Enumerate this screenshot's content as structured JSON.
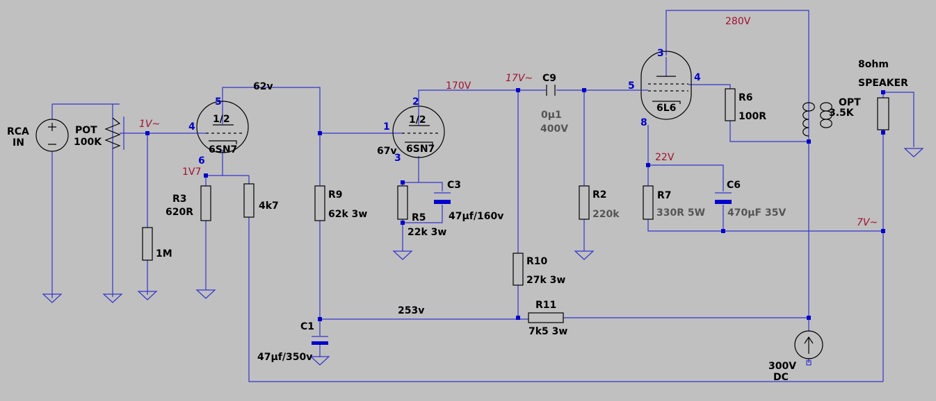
{
  "labels": {
    "rca_in_1": "RCA",
    "rca_in_2": "IN",
    "pot_name": "POT",
    "pot_value": "100K",
    "r_1m": "1M",
    "r3_name": "R3",
    "r3_value": "620R",
    "r_4k7": "4k7",
    "r9_name": "R9",
    "r9_value": "62k 3w",
    "c1_name": "C1",
    "c1_value": "47µf/350v",
    "c3_name": "C3",
    "c3_value": "47µf/160v",
    "r5_name": "R5",
    "r5_value": "22k 3w",
    "c9_name": "C9",
    "c9_value_1": "0µ1",
    "c9_value_2": "400V",
    "r2_name": "R2",
    "r2_value": "220k",
    "r10_name": "R10",
    "r10_value": "27k 3w",
    "r11_name": "R11",
    "r11_value": "7k5  3w",
    "r6_name": "R6",
    "r6_value": "100R",
    "r7_name": "R7",
    "r7_value": "330R 5W",
    "c6_name": "C6",
    "c6_value": "470µF 35V",
    "opt_name": "OPT",
    "opt_value": "3.5K",
    "speaker_1": "8ohm",
    "speaker_2": "SPEAKER",
    "supply_1": "300V",
    "supply_2": "DC",
    "tube1_half": "1/2",
    "tube1_type": "6SN7",
    "tube2_half": "1/2",
    "tube2_type": "6SN7",
    "tube3_type": "6L6"
  },
  "pins": {
    "t1_grid": "4",
    "t1_plate": "5",
    "t1_cathode": "6",
    "t2_grid": "1",
    "t2_plate": "2",
    "t2_cathode": "3",
    "t3_plate": "3",
    "t3_screen": "4",
    "t3_grid": "5",
    "t3_cathode": "8"
  },
  "voltages": {
    "v_62": "62v",
    "v_1v": "1V~",
    "v_1v7": "1V7",
    "v_170": "170V",
    "v_17": "17V~",
    "v_67": "67v",
    "v_280": "280V",
    "v_22": "22V",
    "v_7": "7V~",
    "v_253": "253v"
  },
  "colors": {
    "background": "#c0c0c0",
    "wire": "#3333cc",
    "voltage_annotation": "#a01030",
    "pin_number": "#0000cc",
    "value_text": "#555555"
  }
}
